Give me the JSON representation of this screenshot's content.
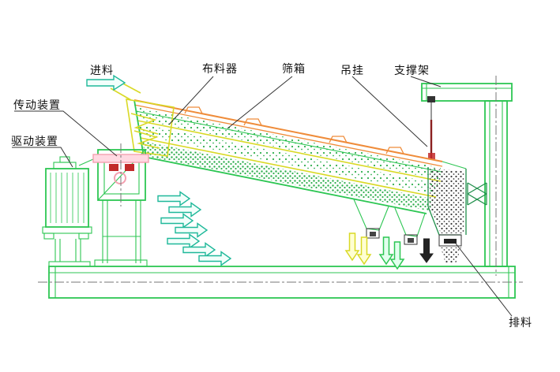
{
  "labels": {
    "feed": "进料",
    "distributor": "布料器",
    "screen_box": "筛箱",
    "hanger": "吊挂",
    "support_frame": "支撑架",
    "transmission": "传动装置",
    "drive": "驱动装置",
    "discharge": "排料"
  },
  "colors": {
    "green": "#2dc653",
    "chutegreen": "#1f8f4a",
    "teal": "#1fb89a",
    "orange": "#ef8c3a",
    "yellow": "#d9d926",
    "pink": "#f4a0b0",
    "red": "#c22a2a",
    "darkred": "#8b2020",
    "dotgreen": "#2fae4e",
    "dotdark": "#3a3a3a"
  }
}
